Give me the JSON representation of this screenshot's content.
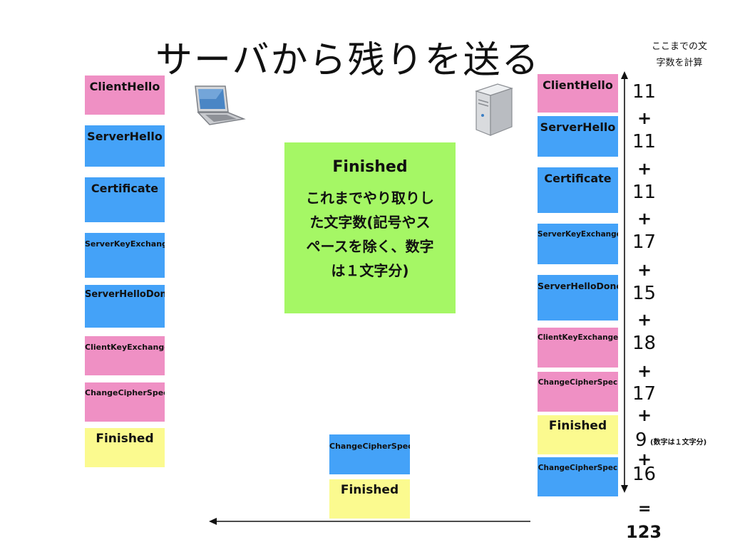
{
  "title": "サーバから残りを送る",
  "corner_note": "ここまでの文\n字数を計算",
  "left_column": [
    {
      "label": "ClientHello",
      "color": "pink"
    },
    {
      "label": "ServerHello",
      "color": "blue"
    },
    {
      "label": "Certificate",
      "color": "blue"
    },
    {
      "label": "ServerKeyExchange",
      "color": "blue"
    },
    {
      "label": "ServerHelloDone",
      "color": "blue"
    },
    {
      "label": "ClientKeyExchange",
      "color": "pink"
    },
    {
      "label": "ChangeCipherSpec",
      "color": "pink"
    },
    {
      "label": "Finished",
      "color": "yellow"
    }
  ],
  "right_column": [
    {
      "label": "ClientHello",
      "color": "pink"
    },
    {
      "label": "ServerHello",
      "color": "blue"
    },
    {
      "label": "Certificate",
      "color": "blue"
    },
    {
      "label": "ServerKeyExchange",
      "color": "blue"
    },
    {
      "label": "ServerHelloDone",
      "color": "blue"
    },
    {
      "label": "ClientKeyExchange",
      "color": "pink"
    },
    {
      "label": "ChangeCipherSpec",
      "color": "pink"
    },
    {
      "label": "Finished",
      "color": "yellow"
    },
    {
      "label": "ChangeCipherSpec",
      "color": "blue"
    }
  ],
  "note_box": {
    "title": "Finished",
    "body": "これまでやり取りし\nた文字数(記号やス\nペースを除く、数字\nは１文字分)"
  },
  "sending": [
    {
      "label": "ChangeCipherSpec",
      "color": "blue"
    },
    {
      "label": "Finished",
      "color": "yellow"
    }
  ],
  "tally": {
    "counts": [
      "11",
      "11",
      "11",
      "17",
      "15",
      "18",
      "17",
      "9",
      "16"
    ],
    "plus": "+",
    "digit_note": "(数字は１文字分)",
    "equals": "=",
    "total": "123"
  },
  "icons": [
    "laptop-icon",
    "server-icon"
  ],
  "colors": {
    "pink": "#ef90c4",
    "blue": "#44a2f8",
    "yellow": "#fbfa8f",
    "green": "#a5f765"
  }
}
